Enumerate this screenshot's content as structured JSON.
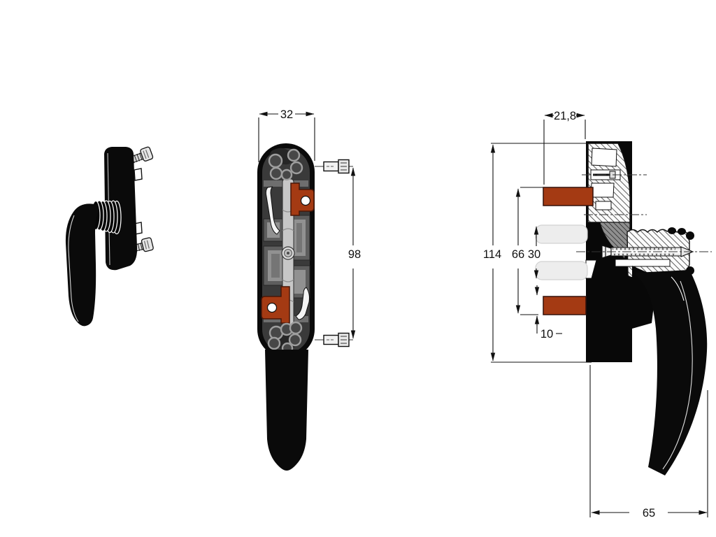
{
  "drawing": {
    "title": "window-handle-three-view-technical-drawing",
    "dimensions": {
      "front_width": "32",
      "front_height": "98",
      "side_depth_top": "21,8",
      "side_height_total": "114",
      "side_span_outer": "66",
      "side_span_inner": "30",
      "side_pin_height": "10",
      "side_depth_handle": "65"
    },
    "colors": {
      "handle_black": "#0a0a0a",
      "clip_orange": "#a43a13",
      "mechanism_gray": "#8f8f8f",
      "pin_light_gray": "#ededed",
      "line_color": "#111111"
    }
  }
}
